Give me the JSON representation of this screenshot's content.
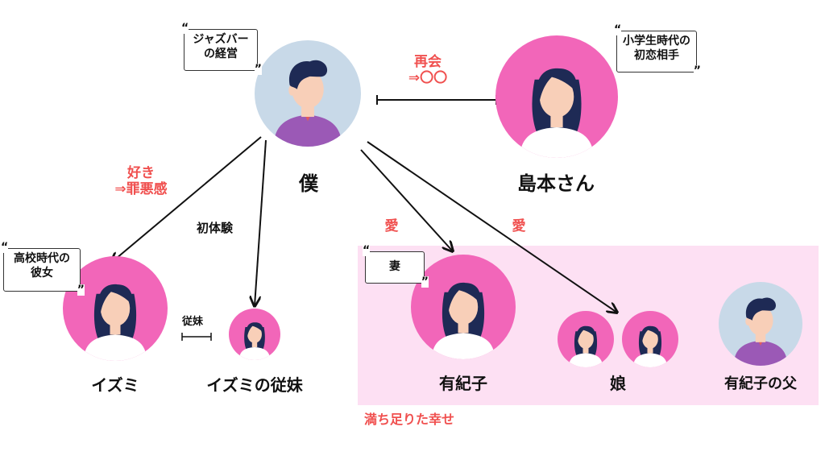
{
  "nodes": {
    "boku": "僕",
    "shimamoto": "島本さん",
    "izumi": "イズミ",
    "izumi_cousin": "イズミの従妹",
    "yukiko": "有紀子",
    "daughters": "娘",
    "yukiko_father": "有紀子の父"
  },
  "notes": {
    "boku_note_line1": "ジャズバー",
    "boku_note_line2": "の経営",
    "shimamoto_note_line1": "小学生時代の",
    "shimamoto_note_line2": "初恋相手",
    "izumi_note_line1": "高校時代の",
    "izumi_note_line2": "彼女",
    "yukiko_note": "妻"
  },
  "relations": {
    "reunion_line1": "再会",
    "reunion_line2": "⇒〇〇",
    "izumi_line1": "好き",
    "izumi_line2": "⇒罪悪感",
    "first_experience": "初体験",
    "cousin": "従妹",
    "love_wife": "愛",
    "love_daughters": "愛",
    "family_caption": "満ち足りた幸せ"
  },
  "quote_marks": {
    "open": "“",
    "close": "”"
  },
  "colors": {
    "pink": "#f266b9",
    "light_blue": "#c8d9e8",
    "family_bg": "#fde0f3",
    "accent_red": "#f0504f",
    "hair": "#1e2a55",
    "skin": "#f8cfb8",
    "shirt_purple": "#9b59b6",
    "shirt_white": "#ffffff"
  }
}
